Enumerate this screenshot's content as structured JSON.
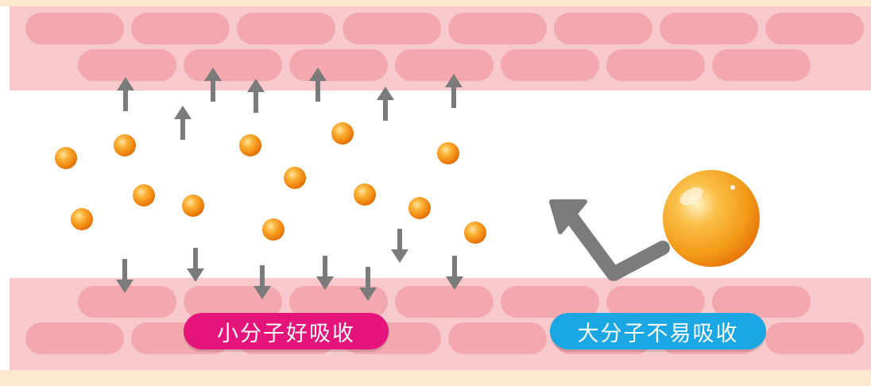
{
  "labels": {
    "small_molecule": "小分子好吸收",
    "large_molecule": "大分子不易吸收"
  },
  "colors": {
    "page_background": "#ffffff",
    "cream_edge": "#fbe8cf",
    "wall_background": "#f7c9cc",
    "brick": "#f2a8ad",
    "arrow": "#7b7b7b",
    "small_label_pill": "#e4147a",
    "large_label_pill": "#1aa7e4",
    "particle": "#f39a1a"
  },
  "icons": {
    "small_particle": "orange-sphere",
    "large_particle": "large-orange-sphere",
    "arrow_up": "arrow-up-icon",
    "arrow_down": "arrow-down-icon",
    "bounce_arrow": "bounce-arrow-icon"
  }
}
